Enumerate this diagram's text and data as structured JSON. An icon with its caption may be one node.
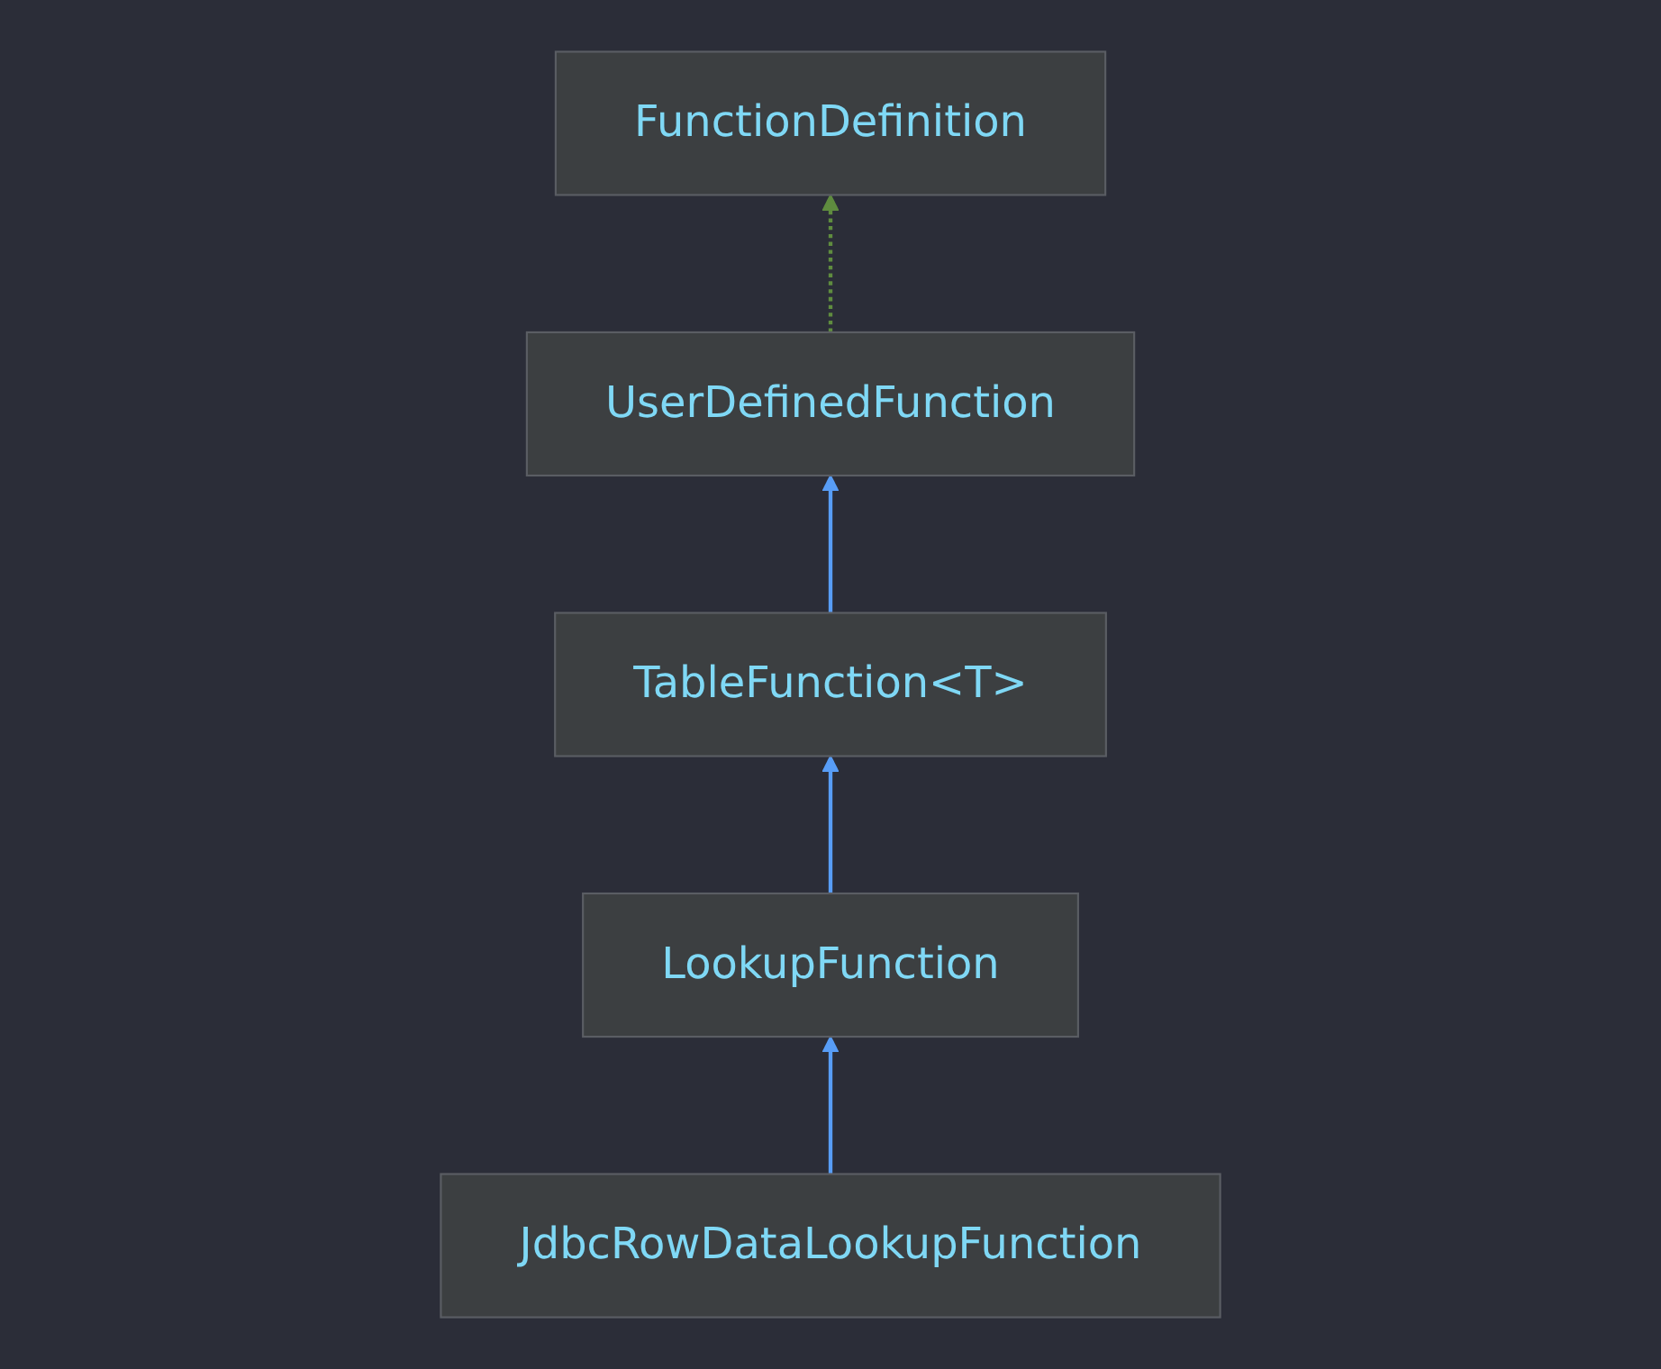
{
  "diagram": {
    "nodes": [
      {
        "text": [
          "FunctionDefinition"
        ]
      },
      {
        "text": [
          "UserDefinedFunction"
        ]
      },
      {
        "text": [
          "TableFunction<T>"
        ]
      },
      {
        "text": [
          "LookupFunction"
        ]
      },
      {
        "text": [
          "JdbcRowDataLookupFunction"
        ]
      }
    ],
    "edges": [
      {
        "from": 1,
        "to": 0,
        "arrow": "to",
        "style": "dashed",
        "color": "#5f8c3f"
      },
      {
        "from": 2,
        "to": 1,
        "arrow": "to"
      },
      {
        "from": 3,
        "to": 2,
        "arrow": "to"
      },
      {
        "from": 4,
        "to": 3,
        "arrow": "to"
      }
    ]
  }
}
